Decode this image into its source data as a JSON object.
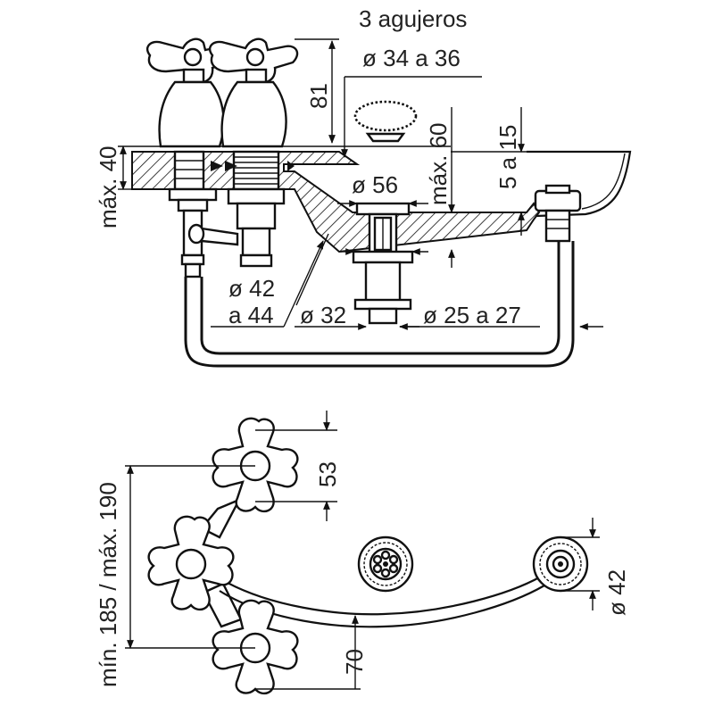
{
  "labels": {
    "holes_title": "3 agujeros",
    "holes_diameter": "ø 34 a 36",
    "height_81": "81",
    "max_40": "máx. 40",
    "max_60": "máx. 60",
    "range_5_15": "5 a 15",
    "dia_56": "ø 56",
    "dia_42_line1": "ø 42",
    "dia_42_line2": "a 44",
    "dia_32": "ø 32",
    "dia_25_27": "ø 25 a 27",
    "spacing_53": "53",
    "range_185_190": "mín. 185 / máx. 190",
    "dia_42_top": "ø 42",
    "spacing_70": "70"
  },
  "colors": {
    "line": "#111111",
    "background": "#ffffff"
  }
}
